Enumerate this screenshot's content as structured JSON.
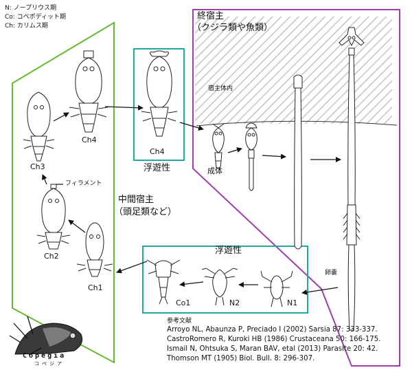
{
  "legend": [
    "N: ノープリウス期",
    "Co: コペポディット期",
    "Ch: カリムス期"
  ],
  "definitive_host": {
    "title": "終宿主",
    "subtitle": "（クジラ類や魚類）",
    "inside_host_label": "宿主体内"
  },
  "intermediate_host": {
    "title": "中間宿主",
    "subtitle": "（頭足類など）"
  },
  "stages": {
    "ch1": "Ch1",
    "ch2": "Ch2",
    "ch3": "Ch3",
    "ch4": "Ch4",
    "ch4_free": "Ch4",
    "n1": "N1",
    "n2": "N2",
    "co1": "Co1",
    "adult": "成体"
  },
  "labels": {
    "filament": "フィラメント",
    "planktonic_top": "浮遊性",
    "planktonic_bottom": "浮遊性",
    "egg_sac": "卵嚢"
  },
  "references": {
    "heading": "参考文献",
    "items": [
      "Arroyo NL, Abaunza P, Preciado I (2002) Sarsia 87: 333-337.",
      "CastroRomero R, Kuroki HB (1986) Crustaceana 50: 166-175.",
      "Ismail N, Ohtsuka S, Maran BAV, etal (2013) Parasite 20: 42.",
      "Thomson MT (1905) Biol. Bull. 8: 296-307."
    ]
  },
  "logo": {
    "name": "Copegia",
    "kana": "コペジア"
  },
  "colors": {
    "intermediate_border": "#66bb33",
    "planktonic_border": "#22aaa0",
    "definitive_border": "#a23ab0",
    "hatch": "#c9c4cc"
  }
}
